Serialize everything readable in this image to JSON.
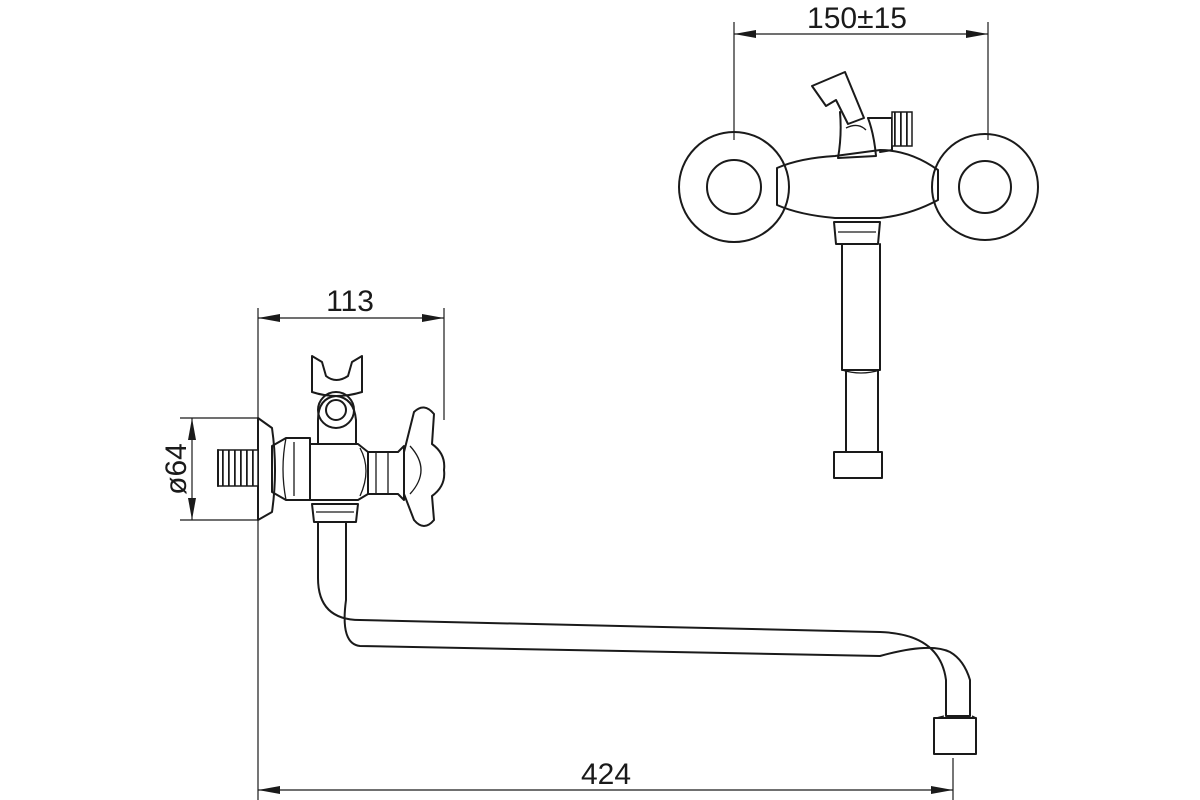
{
  "dimensions": {
    "center_spacing": "150±15",
    "depth": "113",
    "spout_reach": "424",
    "flange_diameter": "ø64"
  },
  "colors": {
    "line": "#1a1a1a",
    "background": "#ffffff"
  }
}
